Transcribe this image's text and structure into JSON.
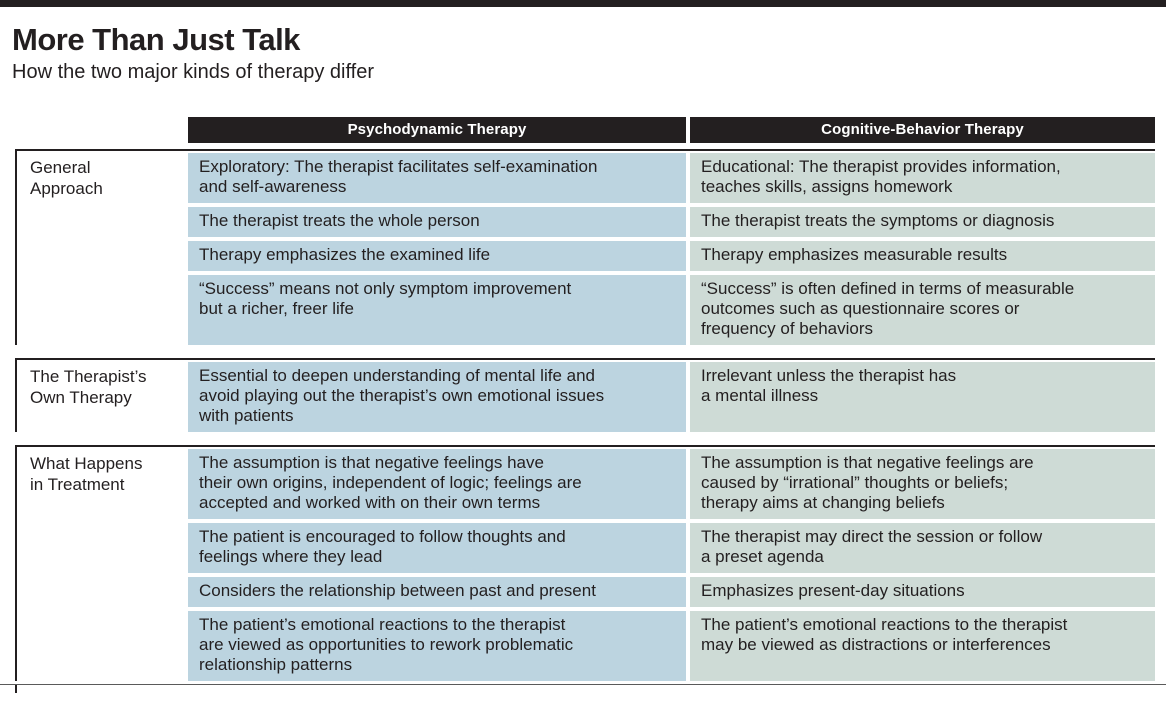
{
  "masthead": {
    "title": "More Than Just Talk",
    "subtitle": "How the two major kinds of therapy differ"
  },
  "colors": {
    "psychodynamic_cell": "#bcd4e0",
    "cbt_cell": "#cedbd6",
    "header_bar": "#231f20",
    "rule": "#231f20"
  },
  "table": {
    "column_headers": [
      "Psychodynamic Therapy",
      "Cognitive-Behavior Therapy"
    ],
    "sections": [
      {
        "label": "General\nApproach",
        "rows": [
          {
            "left": "Exploratory: The therapist facilitates self-examination\nand self-awareness",
            "right": "Educational: The therapist provides information,\nteaches skills, assigns homework"
          },
          {
            "left": "The therapist treats the whole person",
            "right": "The therapist treats the symptoms or diagnosis"
          },
          {
            "left": "Therapy emphasizes the examined life",
            "right": "Therapy emphasizes measurable results"
          },
          {
            "left": "“Success” means not only symptom improvement\nbut a richer, freer life",
            "right": "“Success” is often defined in terms of measurable\noutcomes such as questionnaire scores or\nfrequency of behaviors"
          }
        ]
      },
      {
        "label": "The Therapist’s\nOwn Therapy",
        "rows": [
          {
            "left": "Essential to deepen understanding of mental life and\navoid playing out the therapist’s own emotional issues\nwith patients",
            "right": "Irrelevant unless the therapist has\na mental illness"
          }
        ]
      },
      {
        "label": "What Happens\nin Treatment",
        "rows": [
          {
            "left": "The assumption is that negative feelings have\ntheir own origins, independent of logic; feelings are\naccepted and worked with on their own terms",
            "right": "The assumption is that negative feelings are\ncaused by “irrational” thoughts or beliefs;\ntherapy aims at changing beliefs"
          },
          {
            "left": "The patient is encouraged to follow thoughts and\nfeelings where they lead",
            "right": "The therapist may direct the session or follow\na preset agenda"
          },
          {
            "left": "Considers the relationship between past and present",
            "right": "Emphasizes present-day situations"
          },
          {
            "left": "The patient’s emotional reactions to the therapist\nare viewed as opportunities to rework problematic\nrelationship patterns",
            "right": "The patient’s emotional reactions to the therapist\nmay be viewed as distractions or interferences"
          }
        ]
      }
    ]
  }
}
